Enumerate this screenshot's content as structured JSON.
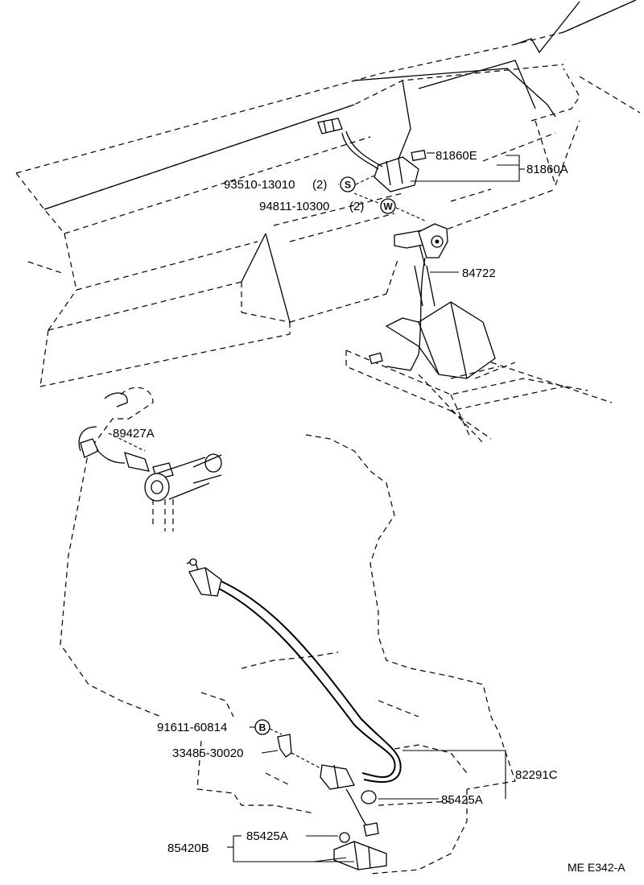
{
  "diagram": {
    "figure_code": "ME E342-A",
    "parts": {
      "p81860E": "81860E",
      "p81860A": "81860A",
      "p93510": "93510-13010",
      "p93510_qty": "(2)",
      "p94811": "94811-10300",
      "p94811_qty": "(2)",
      "p84722": "84722",
      "p89427A": "89427A",
      "p91611": "91611-60814",
      "p33485": "33485-30020",
      "p82291C": "82291C",
      "p85425A_1": "85425A",
      "p85425A_2": "85425A",
      "p85420B": "85420B"
    },
    "symbols": {
      "s": "S",
      "w": "W",
      "b": "B"
    }
  }
}
